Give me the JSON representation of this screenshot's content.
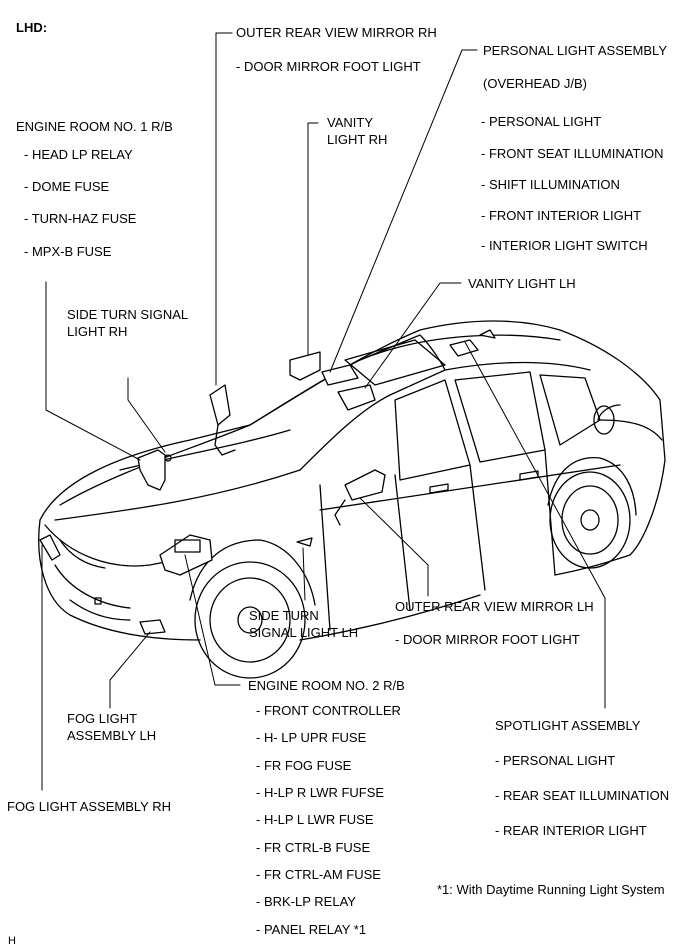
{
  "header": {
    "region": "LHD:"
  },
  "outer_mirror_rh": {
    "title": "OUTER REAR VIEW MIRROR RH",
    "items": [
      "- DOOR MIRROR FOOT LIGHT"
    ]
  },
  "personal_light_assy": {
    "title": "PERSONAL LIGHT ASSEMBLY",
    "subtitle": "(OVERHEAD J/B)",
    "items": [
      "- PERSONAL LIGHT",
      "- FRONT SEAT ILLUMINATION",
      "- SHIFT ILLUMINATION",
      "- FRONT INTERIOR LIGHT",
      "- INTERIOR LIGHT SWITCH"
    ]
  },
  "vanity_rh": {
    "line1": "VANITY",
    "line2": "LIGHT RH"
  },
  "engine_room_1": {
    "title": "ENGINE ROOM NO. 1 R/B",
    "items": [
      "- HEAD LP RELAY",
      "- DOME FUSE",
      "- TURN-HAZ FUSE",
      "- MPX-B FUSE"
    ]
  },
  "vanity_lh": {
    "title": "VANITY LIGHT LH"
  },
  "side_turn_rh": {
    "line1": "SIDE TURN SIGNAL",
    "line2": "LIGHT RH"
  },
  "side_turn_lh": {
    "line1": "SIDE TURN",
    "line2": "SIGNAL LIGHT LH"
  },
  "outer_mirror_lh": {
    "title": "OUTER REAR VIEW MIRROR LH",
    "items": [
      "- DOOR MIRROR FOOT LIGHT"
    ]
  },
  "engine_room_2": {
    "title": "ENGINE ROOM NO. 2 R/B",
    "items": [
      "- FRONT CONTROLLER",
      "- H- LP UPR FUSE",
      "- FR FOG FUSE",
      "- H-LP R LWR FUFSE",
      "- H-LP L LWR FUSE",
      "- FR CTRL-B FUSE",
      "- FR CTRL-AM FUSE",
      "- BRK-LP RELAY",
      "- PANEL RELAY *1"
    ]
  },
  "fog_lh": {
    "line1": "FOG LIGHT",
    "line2": "ASSEMBLY LH"
  },
  "fog_rh": {
    "title": "FOG LIGHT ASSEMBLY RH"
  },
  "spotlight": {
    "title": "SPOTLIGHT ASSEMBLY",
    "items": [
      "- PERSONAL LIGHT",
      "- REAR SEAT ILLUMINATION",
      "- REAR INTERIOR LIGHT"
    ]
  },
  "footnote": "*1: With Daytime Running Light System",
  "corner_mark": "H"
}
